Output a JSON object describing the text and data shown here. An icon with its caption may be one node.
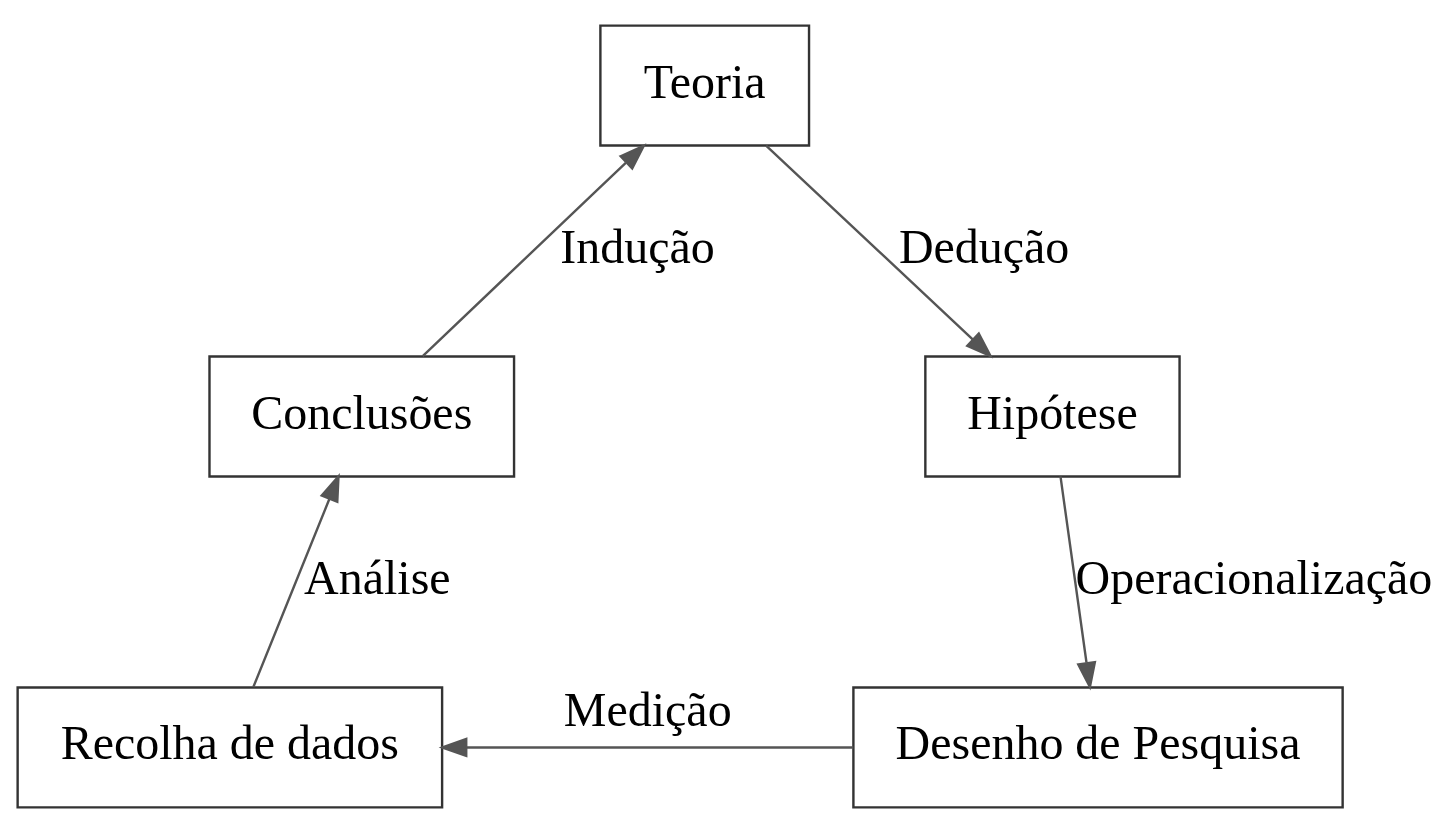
{
  "diagram": {
    "nodes": [
      {
        "text": [
          "Teoria"
        ]
      },
      {
        "text": [
          "Hipótese"
        ]
      },
      {
        "text": [
          "Desenho de Pesquisa"
        ]
      },
      {
        "text": [
          "Recolha de dados"
        ]
      },
      {
        "text": [
          "Conclusões"
        ]
      }
    ],
    "edges": [
      {
        "from": 0,
        "to": 1,
        "arrow": "to",
        "label": "Dedução"
      },
      {
        "from": 1,
        "to": 2,
        "arrow": "to",
        "label": "Operacionalização"
      },
      {
        "from": 2,
        "to": 3,
        "arrow": "to",
        "label": "Medição"
      },
      {
        "from": 3,
        "to": 4,
        "arrow": "to",
        "label": "Análise"
      },
      {
        "from": 4,
        "to": 0,
        "arrow": "to",
        "label": "Indução"
      }
    ]
  }
}
